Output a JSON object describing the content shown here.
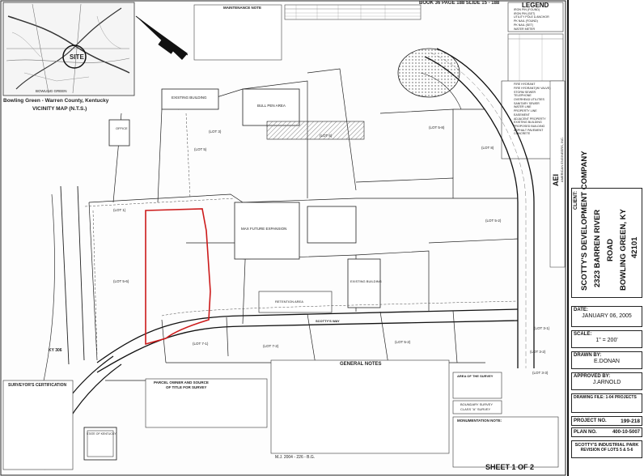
{
  "header": {
    "book_ref": "BOOK 36 PAGE 188 SLIDE 15 - 188"
  },
  "vicinity": {
    "site_label": "SITE",
    "city_label": "BOWLING GREEN",
    "caption": "Bowling Green - Warren County, Kentucky",
    "subcaption": "VICINITY MAP (N.T.S.)"
  },
  "maintenance_title": "MAINTENANCE NOTE",
  "legend": {
    "title": "LEGEND",
    "items": [
      "IRON PIN (FOUND)",
      "IRON PIN (SET)",
      "UTILITY POLE & ANCHOR",
      "PK NAIL (FOUND)",
      "PK NAIL (SET)",
      "WATER METER",
      "FIRE HYDRANT",
      "FIRE HYDRANT(W/ VALVE)",
      "STORM SEWER",
      "TELEPHONE",
      "OVERHEAD UTILITIES",
      "SANITARY SEWER",
      "WATER LINE",
      "PROPERTY LINE",
      "EASEMENT",
      "ADJACENT PROPERTY",
      "EXISTING BUILDING",
      "PROPOSED BUILDING",
      "ASPHALT PAVEMENT",
      "CONCRETE"
    ]
  },
  "firm": {
    "initials": "AEI",
    "name": "AMERICAN ENGINEERS, INC."
  },
  "client": {
    "label": "CLIENT:",
    "name": "SCOTTY'S DEVELOPMENT COMPANY",
    "address1": "2323 BARREN RIVER",
    "address2": "ROAD",
    "city": "BOWLING GREEN, KY",
    "zip": "42101"
  },
  "date": {
    "label": "DATE:",
    "value": "JANUARY 06, 2005"
  },
  "scale": {
    "label": "SCALE:",
    "value": "1\" = 200'"
  },
  "drawn_by": {
    "label": "DRAWN BY:",
    "value": "E.DONAN"
  },
  "approved_by": {
    "label": "APPROVED BY:",
    "value": "J.ARNOLD"
  },
  "drawing_file": {
    "label": "DRAWING FILE: 1-04 PROJECTS",
    "value": ""
  },
  "project_no": {
    "label": "PROJECT NO.",
    "value": "199-218"
  },
  "plan_no": {
    "label": "PLAN NO.",
    "value": "400-10-5007"
  },
  "project_title": {
    "line1": "SCOTTY'S INDUSTRIAL PARK",
    "line2": "REVISION OF LOTS 5 & 5-6"
  },
  "sheet": "SHEET 1 OF 2",
  "general_notes_title": "GENERAL NOTES",
  "parcel_box": {
    "line1": "PARCEL OWNER AND SOURCE",
    "line2": "OF TITLE FOR SURVEY"
  },
  "area_box": {
    "title": "AREA OF THE SURVEY"
  },
  "survey_class": {
    "line1": "BOUNDARY SURVEY",
    "line2": "CLASS \"A\" SURVEY"
  },
  "monument_notes_title": "MONUMENTATION NOTE:",
  "certification_title": "SURVEYOR'S CERTIFICATION",
  "seal_text": "STATE OF KENTUCKY",
  "mj_ref": "M.J. 2004 - 226 - B.G.",
  "roads": {
    "ky": "KY 306",
    "scottys_way": "SCOTTY'S WAY"
  },
  "lots": [
    "(LOT 5)",
    "(LOT 8)",
    "(LOT 6)",
    "(LOT 5-8)",
    "(LOT 5-2)",
    "(LOT 7-1)",
    "(LOT 7-2)",
    "(LOT 5-2)",
    "(LOT 3-2)",
    "(LOT 3-1)",
    "(LOT 3-3)",
    "(LOT 1)",
    "(LOT 3)",
    "(LOT 5-6)"
  ],
  "buildings": {
    "existing_1": "EXISTING BUILDING",
    "bull_pen": "BULL PEN AREA",
    "max_future": "MAX FUTURE EXPANSION",
    "existing_2": "EXISTING BUILDING",
    "retention": "RETENTION AREA",
    "office": "OFFICE"
  }
}
